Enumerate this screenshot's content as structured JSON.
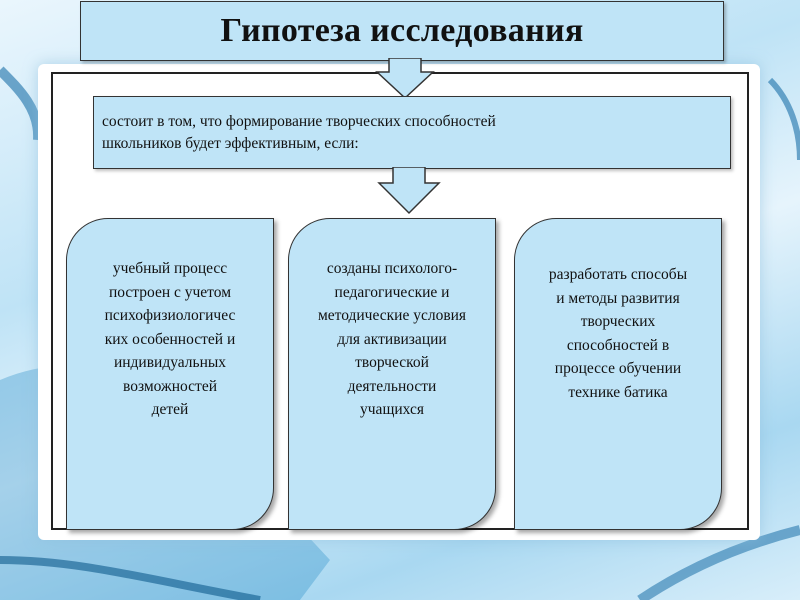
{
  "title": "Гипотеза исследования",
  "hypothesis_lines": [
    "состоит в том, что  формирование  творческих способностей",
    "школьников будет эффективным, если:"
  ],
  "cards": [
    {
      "lines": [
        "учебный процесс",
        "построен с учетом",
        "психофизиологичес",
        "ких особенностей и",
        "индивидуальных",
        "возможностей",
        "детей"
      ]
    },
    {
      "lines": [
        "созданы психолого-",
        "педагогические и",
        "методические условия",
        "для активизации",
        "творческой",
        "деятельности",
        "учащихся"
      ]
    },
    {
      "lines": [
        "разработать способы",
        "и методы развития",
        "творческих",
        "способностей   в",
        "процессе обучении",
        "технике батика"
      ]
    }
  ],
  "colors": {
    "box_fill": "#bfe4f7",
    "border": "#333333"
  }
}
